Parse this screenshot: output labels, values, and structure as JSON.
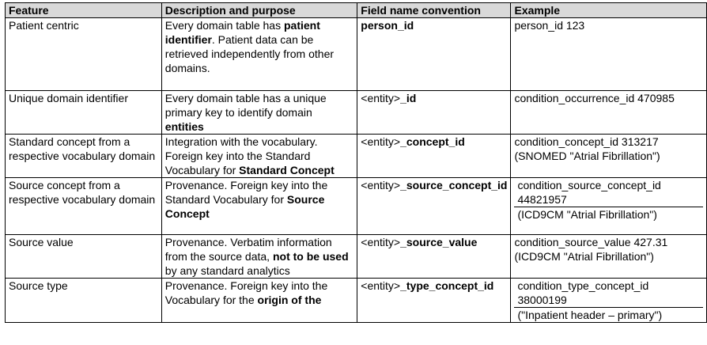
{
  "headers": {
    "feature": "Feature",
    "description": "Description and purpose",
    "field": "Field name convention",
    "example": "Example"
  },
  "rows": [
    {
      "feature": "Patient centric",
      "desc": {
        "a": "Every domain table has ",
        "b": "patient identifier",
        "c": ". Patient data can be retrieved independently from other domains."
      },
      "field": {
        "prefix": "",
        "suffix": "person_id"
      },
      "example": {
        "line1": "person_id  123",
        "line2": ""
      }
    },
    {
      "feature": "Unique domain identifier",
      "desc": {
        "a": "Every domain table has a unique primary key to identify domain ",
        "b": "entities",
        "c": ""
      },
      "field": {
        "prefix": "<entity>",
        "suffix": "_id"
      },
      "example": {
        "line1": "condition_occurrence_id 470985",
        "line2": ""
      }
    },
    {
      "feature": "Standard concept from a respective vocabulary domain",
      "desc": {
        "a": "Integration with the vocabulary. Foreign key into the Standard Vocabulary for ",
        "b": "Standard Concept",
        "c": ""
      },
      "field": {
        "prefix": "<entity>",
        "suffix": "_concept_id"
      },
      "example": {
        "line1": "condition_concept_id 313217",
        "line2": "(SNOMED \"Atrial Fibrillation\")"
      }
    },
    {
      "feature": "Source concept from a respective vocabulary domain",
      "desc": {
        "a": "Provenance. Foreign key into the Standard Vocabulary for ",
        "b": "Source Concept",
        "c": ""
      },
      "field": {
        "prefix": "<entity>",
        "suffix": "_source_concept_id"
      },
      "example": {
        "line1": "condition_source_concept_id 44821957",
        "line2": "(ICD9CM \"Atrial Fibrillation\")"
      }
    },
    {
      "feature": "Source value",
      "desc": {
        "a": "Provenance. Verbatim information from the source data, ",
        "b": "not to be used",
        "c": " by any standard analytics"
      },
      "field": {
        "prefix": "<entity>",
        "suffix": "_source_value"
      },
      "example": {
        "line1": "condition_source_value 427.31",
        "line2": "(ICD9CM \"Atrial Fibrillation\")"
      }
    },
    {
      "feature": "Source type",
      "desc": {
        "a": "Provenance. Foreign key into the Vocabulary for the ",
        "b": "origin of the",
        "c": ""
      },
      "field": {
        "prefix": "<entity>",
        "suffix": "_type_concept_id"
      },
      "example": {
        "line1": "condition_type_concept_id 38000199",
        "line2": "(\"Inpatient header – primary\")"
      }
    }
  ]
}
